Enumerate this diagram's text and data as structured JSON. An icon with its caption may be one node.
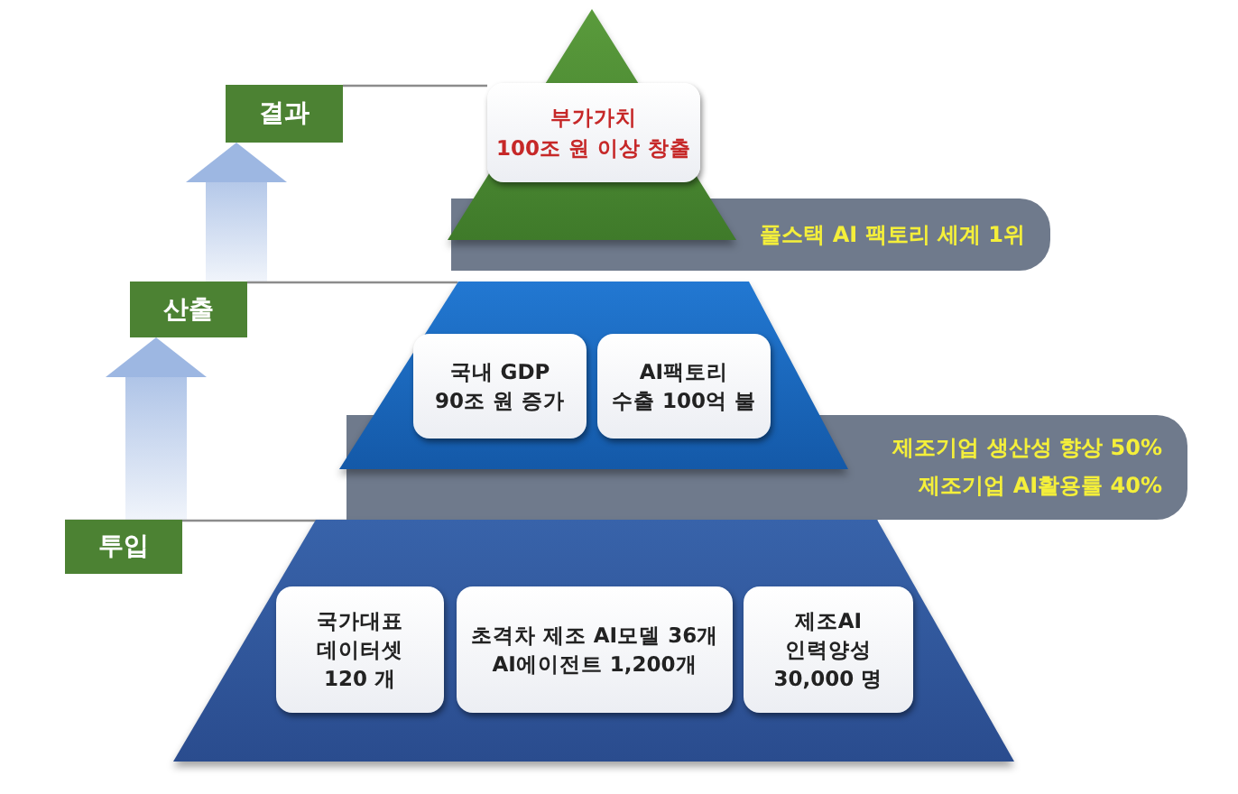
{
  "diagram": {
    "nodes": [
      {
        "text": [
          "결과"
        ]
      },
      {
        "text": [],
        "shape": "triangle"
      },
      {
        "text": [
          "부가가치 100조 원 이상 창출"
        ],
        "in": 1
      },
      {
        "text": [
          "풀스택 AI 팩토리 세계 1위"
        ]
      },
      {
        "text": [
          "산출"
        ]
      },
      {
        "text": [],
        "shape": "trapezoid"
      },
      {
        "text": [
          "국내 GDP 90조 원 증가"
        ],
        "in": 5
      },
      {
        "text": [
          "AI팩토리 수출 100억 불"
        ],
        "in": 5
      },
      {
        "text": [
          "제조기업 생산성 향상 50%",
          "제조기업 AI활용률 40%"
        ]
      },
      {
        "text": [
          "투입"
        ]
      },
      {
        "text": [],
        "shape": "trapezoid"
      },
      {
        "text": [
          "국가대표 데이터셋 120 개"
        ],
        "in": 10
      },
      {
        "text": [
          "초격차 제조 AI모델 36개 AI에이전트 1,200개"
        ],
        "in": 10
      },
      {
        "text": [
          "제조AI 인력양성 30,000 명"
        ],
        "in": 10
      }
    ],
    "edges": [
      {
        "from": 0,
        "to": 2,
        "arrow": "none"
      },
      {
        "from": 4,
        "to": 0,
        "arrow": "to",
        "style": "thick",
        "color": "#9db7e2"
      },
      {
        "from": 4,
        "to": 5,
        "arrow": "none"
      },
      {
        "from": 9,
        "to": 4,
        "arrow": "to",
        "style": "thick",
        "color": "#9db7e2"
      },
      {
        "from": 9,
        "to": 10,
        "arrow": "none"
      }
    ]
  }
}
